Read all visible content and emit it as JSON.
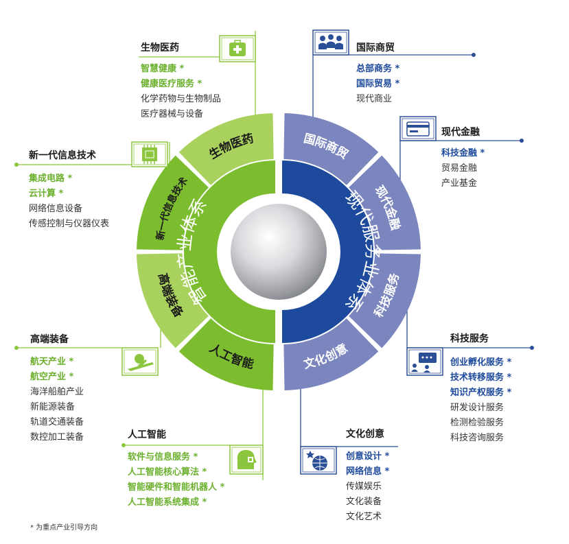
{
  "colors": {
    "green_dark": "#7cbd2f",
    "green_light": "#a9d15d",
    "green_line": "#8cc63f",
    "blue_dark": "#1d4a9c",
    "blue_light": "#7b86be",
    "blue_line": "#2b4f96"
  },
  "core": {
    "left_label": "智能产业体系",
    "right_label": "现代服务业体系"
  },
  "ring_segments": [
    {
      "label": "生物医药"
    },
    {
      "label": "新一代信息技术"
    },
    {
      "label": "高端装备"
    },
    {
      "label": "人工智能"
    },
    {
      "label": "国际商贸"
    },
    {
      "label": "现代金融"
    },
    {
      "label": "科技服务"
    },
    {
      "label": "文化创意"
    }
  ],
  "blocks": [
    {
      "title": "生物医药",
      "icon": "medical-kit-icon",
      "side": "green",
      "items": [
        {
          "text": "智慧健康 *",
          "key": true
        },
        {
          "text": "健康医疗服务 *",
          "key": true
        },
        {
          "text": "化学药物与生物制品",
          "key": false
        },
        {
          "text": "医疗器械与设备",
          "key": false
        }
      ]
    },
    {
      "title": "新一代信息技术",
      "icon": "chip-icon",
      "side": "green",
      "items": [
        {
          "text": "集成电路 *",
          "key": true
        },
        {
          "text": "云计算 *",
          "key": true
        },
        {
          "text": "网络信息设备",
          "key": false
        },
        {
          "text": "传感控制与仪器仪表",
          "key": false
        }
      ]
    },
    {
      "title": "高端装备",
      "icon": "aircraft-icon",
      "side": "green",
      "items": [
        {
          "text": "航天产业 *",
          "key": true
        },
        {
          "text": "航空产业 *",
          "key": true
        },
        {
          "text": "海洋船舶产业",
          "key": false
        },
        {
          "text": "新能源装备",
          "key": false
        },
        {
          "text": "轨道交通装备",
          "key": false
        },
        {
          "text": "数控加工装备",
          "key": false
        }
      ]
    },
    {
      "title": "人工智能",
      "icon": "ai-head-icon",
      "side": "green",
      "items": [
        {
          "text": "软件与信息服务 *",
          "key": true
        },
        {
          "text": "人工智能核心算法 *",
          "key": true
        },
        {
          "text": "智能硬件和智能机器人 *",
          "key": true
        },
        {
          "text": "人工智能系统集成 *",
          "key": true
        }
      ]
    },
    {
      "title": "国际商贸",
      "icon": "people-icon",
      "side": "blue",
      "items": [
        {
          "text": "总部商务 *",
          "key": true
        },
        {
          "text": "国际贸易 *",
          "key": true
        },
        {
          "text": "现代商业",
          "key": false
        }
      ]
    },
    {
      "title": "现代金融",
      "icon": "card-icon",
      "side": "blue",
      "items": [
        {
          "text": "科技金融 *",
          "key": true
        },
        {
          "text": "贸易金融",
          "key": false
        },
        {
          "text": "产业基金",
          "key": false
        }
      ]
    },
    {
      "title": "科技服务",
      "icon": "chat-icon",
      "side": "blue",
      "items": [
        {
          "text": "创业孵化服务 *",
          "key": true
        },
        {
          "text": "技术转移服务 *",
          "key": true
        },
        {
          "text": "知识产权服务 *",
          "key": true
        },
        {
          "text": "研发设计服务",
          "key": false
        },
        {
          "text": "检测检验服务",
          "key": false
        },
        {
          "text": "科技咨询服务",
          "key": false
        }
      ]
    },
    {
      "title": "文化创意",
      "icon": "globe-star-icon",
      "side": "blue",
      "items": [
        {
          "text": "创意设计 *",
          "key": true
        },
        {
          "text": "网络信息 *",
          "key": true
        },
        {
          "text": "传媒娱乐",
          "key": false
        },
        {
          "text": "文化装备",
          "key": false
        },
        {
          "text": "文化艺术",
          "key": false
        }
      ]
    }
  ],
  "footnote": "* 为重点产业引导方向"
}
